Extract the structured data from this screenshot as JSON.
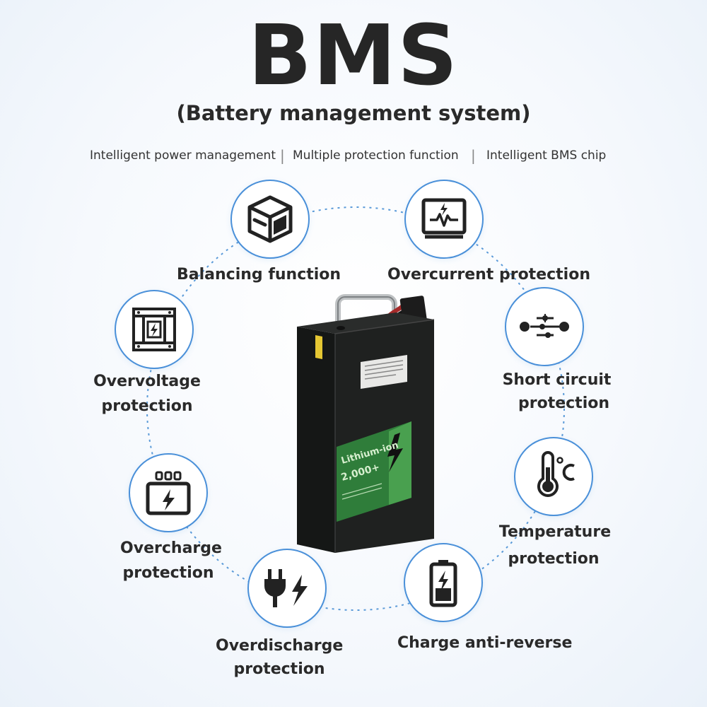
{
  "header": {
    "title": "BMS",
    "subtitle": "(Battery management system)"
  },
  "taglines": [
    "Intelligent power management",
    "Multiple protection function",
    "Intelligent BMS chip"
  ],
  "separator": "|",
  "features": [
    {
      "label": "Balancing function",
      "icon": "cube-icon"
    },
    {
      "label": "Overcurrent protection",
      "icon": "monitor-pulse-icon"
    },
    {
      "label_line1": "Short circuit",
      "label_line2": "protection",
      "icon": "sliders-icon"
    },
    {
      "label_line1": "Temperature",
      "label_line2": "protection",
      "icon": "thermometer-celsius-icon"
    },
    {
      "label": "Charge anti-reverse",
      "icon": "battery-bolt-icon"
    },
    {
      "label_line1": "Overdischarge",
      "label_line2": "protection",
      "icon": "plug-bolt-icon"
    },
    {
      "label_line1": "Overcharge",
      "label_line2": "protection",
      "icon": "battery-pack-bolt-icon"
    },
    {
      "label_line1": "Overvoltage",
      "label_line2": "protection",
      "icon": "voltage-box-icon"
    }
  ],
  "product": {
    "name": "Lithium-ion",
    "cycles": "2,000+"
  },
  "colors": {
    "accent": "#4a90d9",
    "battery_body": "#1d1f1e",
    "label_green": "#2f7d3a"
  }
}
